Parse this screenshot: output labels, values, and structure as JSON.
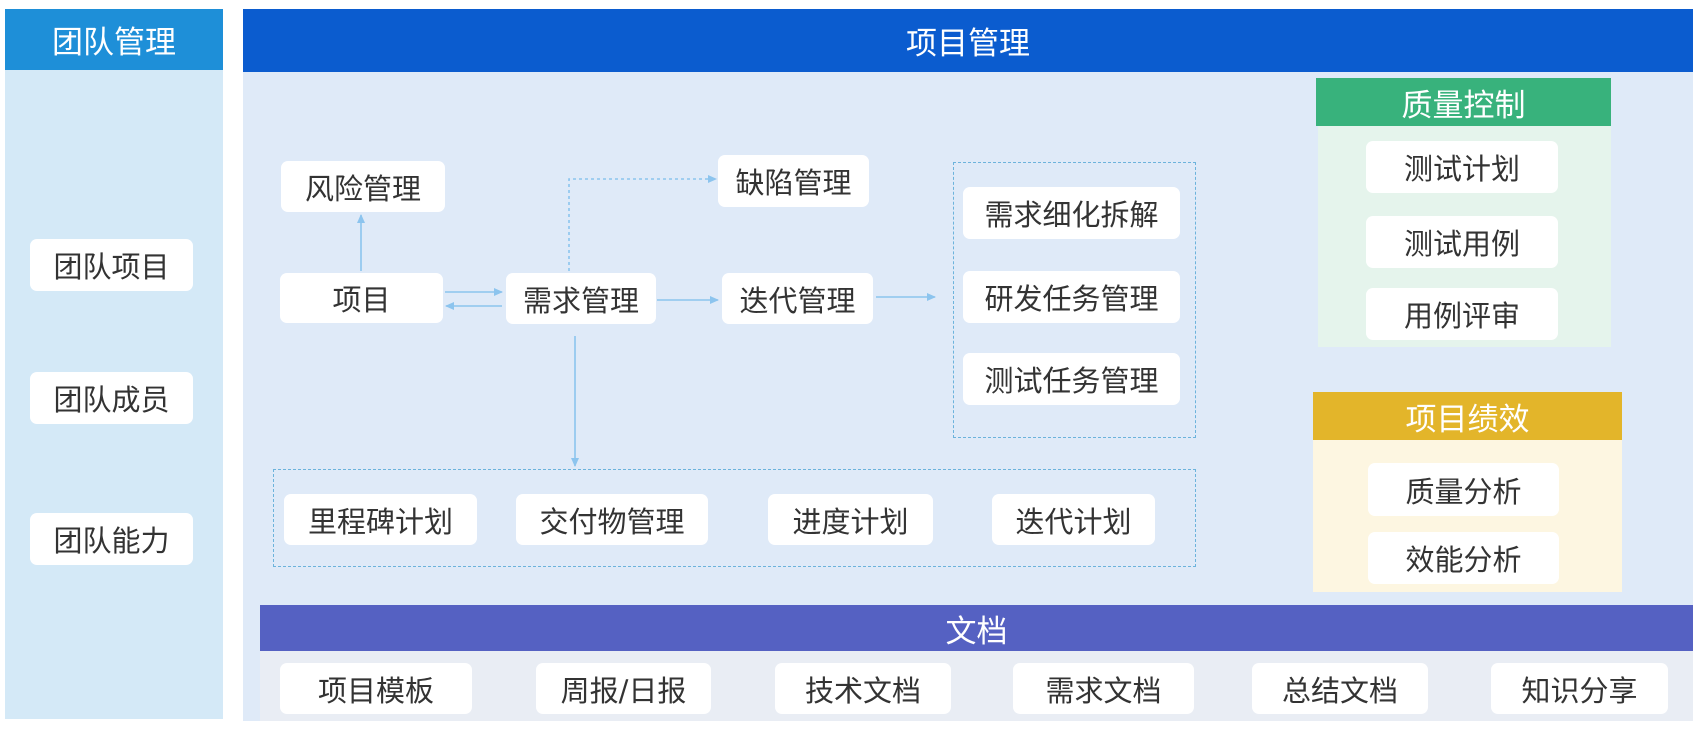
{
  "team": {
    "title": "团队管理",
    "items": [
      "团队项目",
      "团队成员",
      "团队能力"
    ]
  },
  "project": {
    "title": "项目管理",
    "risk": "风险管理",
    "project": "项目",
    "requirement": "需求管理",
    "defect": "缺陷管理",
    "iteration": "迭代管理",
    "tasks": [
      "需求细化拆解",
      "研发任务管理",
      "测试任务管理"
    ],
    "plans": [
      "里程碑计划",
      "交付物管理",
      "进度计划",
      "迭代计划"
    ]
  },
  "quality": {
    "title": "质量控制",
    "items": [
      "测试计划",
      "测试用例",
      "用例评审"
    ]
  },
  "performance": {
    "title": "项目绩效",
    "items": [
      "质量分析",
      "效能分析"
    ]
  },
  "docs": {
    "title": "文档",
    "items": [
      "项目模板",
      "周报/日报",
      "技术文档",
      "需求文档",
      "总结文档",
      "知识分享"
    ]
  },
  "colors": {
    "team_header": "#1e8fd8",
    "team_panel": "#d4e9f7",
    "project_header": "#0b5ccf",
    "project_panel": "#dfeaf8",
    "quality_header": "#38b27c",
    "quality_panel": "#e5f4ec",
    "performance_header": "#e3b52a",
    "performance_panel": "#fdf6e1",
    "docs_header": "#5561c2",
    "docs_panel": "#e9edf4",
    "arrow": "#8cc4ee"
  }
}
